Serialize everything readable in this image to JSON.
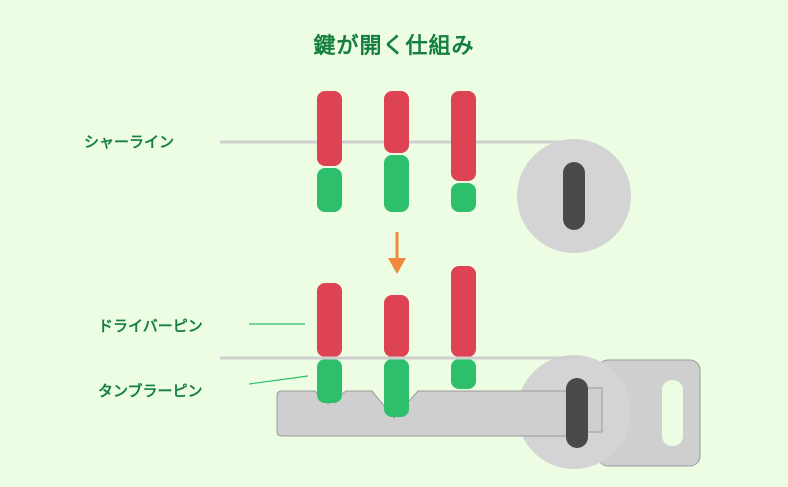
{
  "title": "鍵が開く仕組み",
  "labels": {
    "shear_line": "シャーライン",
    "driver_pin": "ドライバーピン",
    "tumbler_pin": "タンブラーピン"
  },
  "colors": {
    "background": "#edfde3",
    "driver_pin": "#de4353",
    "tumbler_pin": "#2dbf6c",
    "label_text": "#15803d",
    "arrow": "#f08a3c",
    "line": "#cfcfcf",
    "cylinder": "#d4d4d4",
    "keyhole": "#4a4848",
    "key": "#cfcfcf"
  },
  "icons": {
    "arrow": "arrow-down-icon",
    "cylinder": "lock-cylinder-icon",
    "key": "key-icon"
  }
}
